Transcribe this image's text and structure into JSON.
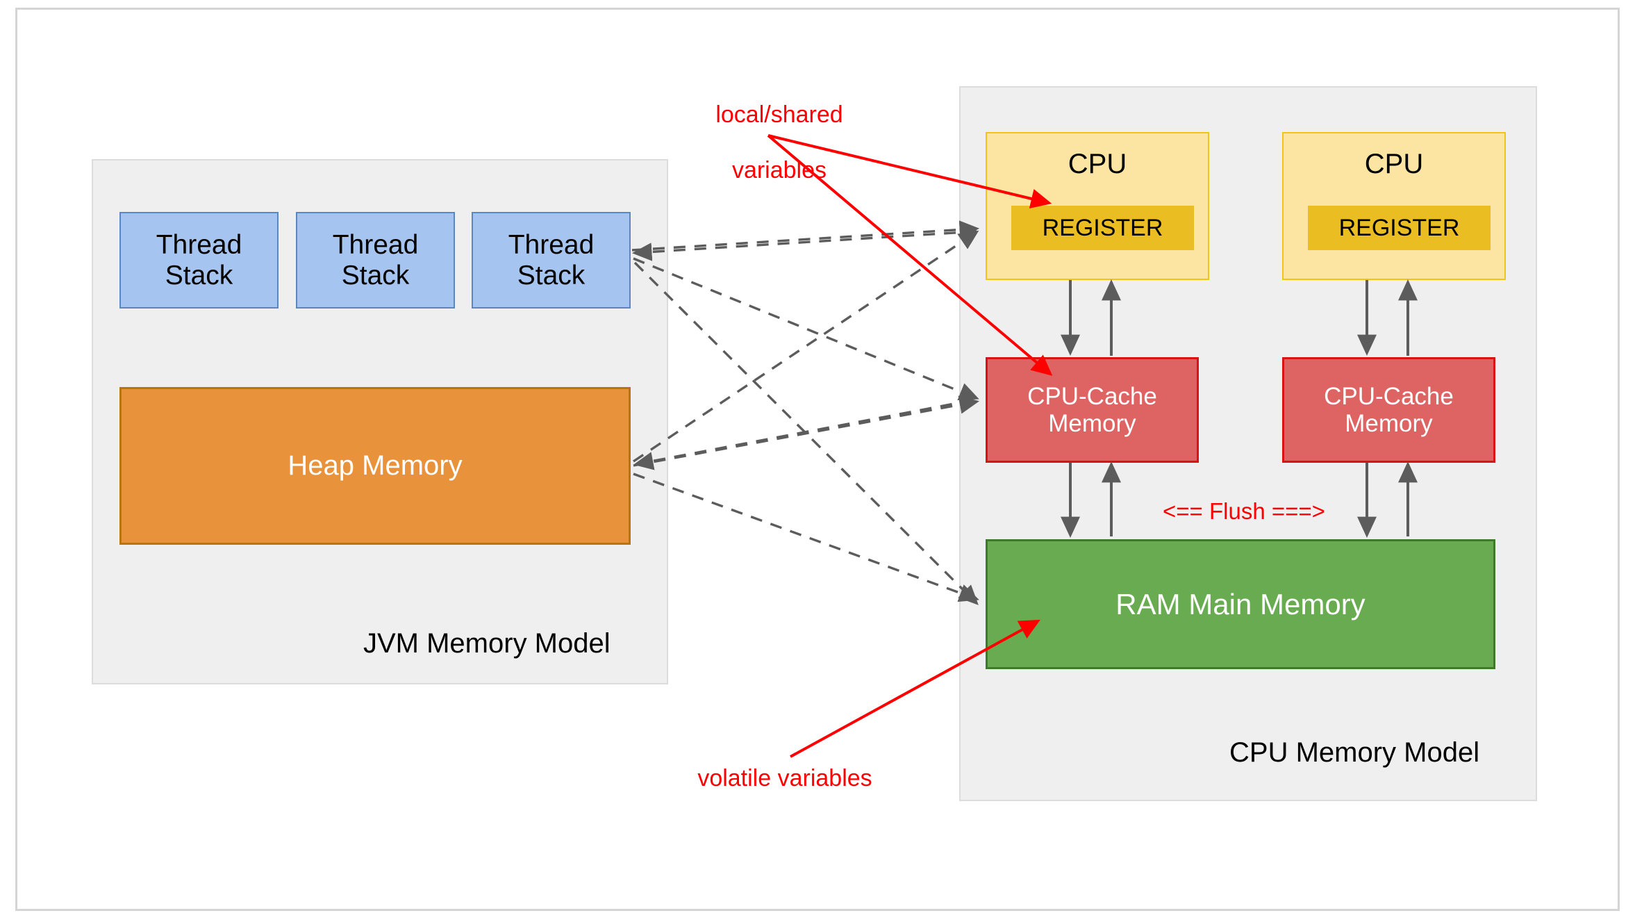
{
  "diagram": {
    "title": "JVM Memory Model and CPU Memory Model",
    "colors": {
      "panel_bg": "#efefef",
      "panel_border": "#dcdcdc",
      "thread_stack_fill": "#a5c4ef",
      "thread_stack_border": "#5b86c4",
      "heap_fill": "#e8933c",
      "heap_border": "#b9730f",
      "cpu_fill": "#fce5a2",
      "cpu_border": "#f0c419",
      "register_fill": "#eabe23",
      "cache_fill": "#de6464",
      "cache_border": "#d71313",
      "ram_fill": "#68ab51",
      "ram_border": "#3f7a2c",
      "annotation_red": "#ff0000",
      "arrow_gray": "#5c5c5c"
    }
  },
  "jvm_panel": {
    "title": "JVM Memory Model",
    "thread_stacks": [
      {
        "line1": "Thread",
        "line2": "Stack"
      },
      {
        "line1": "Thread",
        "line2": "Stack"
      },
      {
        "line1": "Thread",
        "line2": "Stack"
      }
    ],
    "heap": {
      "label": "Heap Memory"
    }
  },
  "cpu_panel": {
    "title": "CPU Memory Model",
    "cpus": [
      {
        "label": "CPU",
        "register": {
          "label": "REGISTER"
        },
        "cache": {
          "line1": "CPU-Cache",
          "line2": "Memory"
        }
      },
      {
        "label": "CPU",
        "register": {
          "label": "REGISTER"
        },
        "cache": {
          "line1": "CPU-Cache",
          "line2": "Memory"
        }
      }
    ],
    "ram": {
      "label": "RAM Main Memory"
    },
    "flush_label": "<== Flush ===>"
  },
  "annotations": {
    "local_shared": {
      "line1": "local/shared",
      "line2": "variables"
    },
    "volatile": {
      "label": "volatile variables"
    }
  }
}
